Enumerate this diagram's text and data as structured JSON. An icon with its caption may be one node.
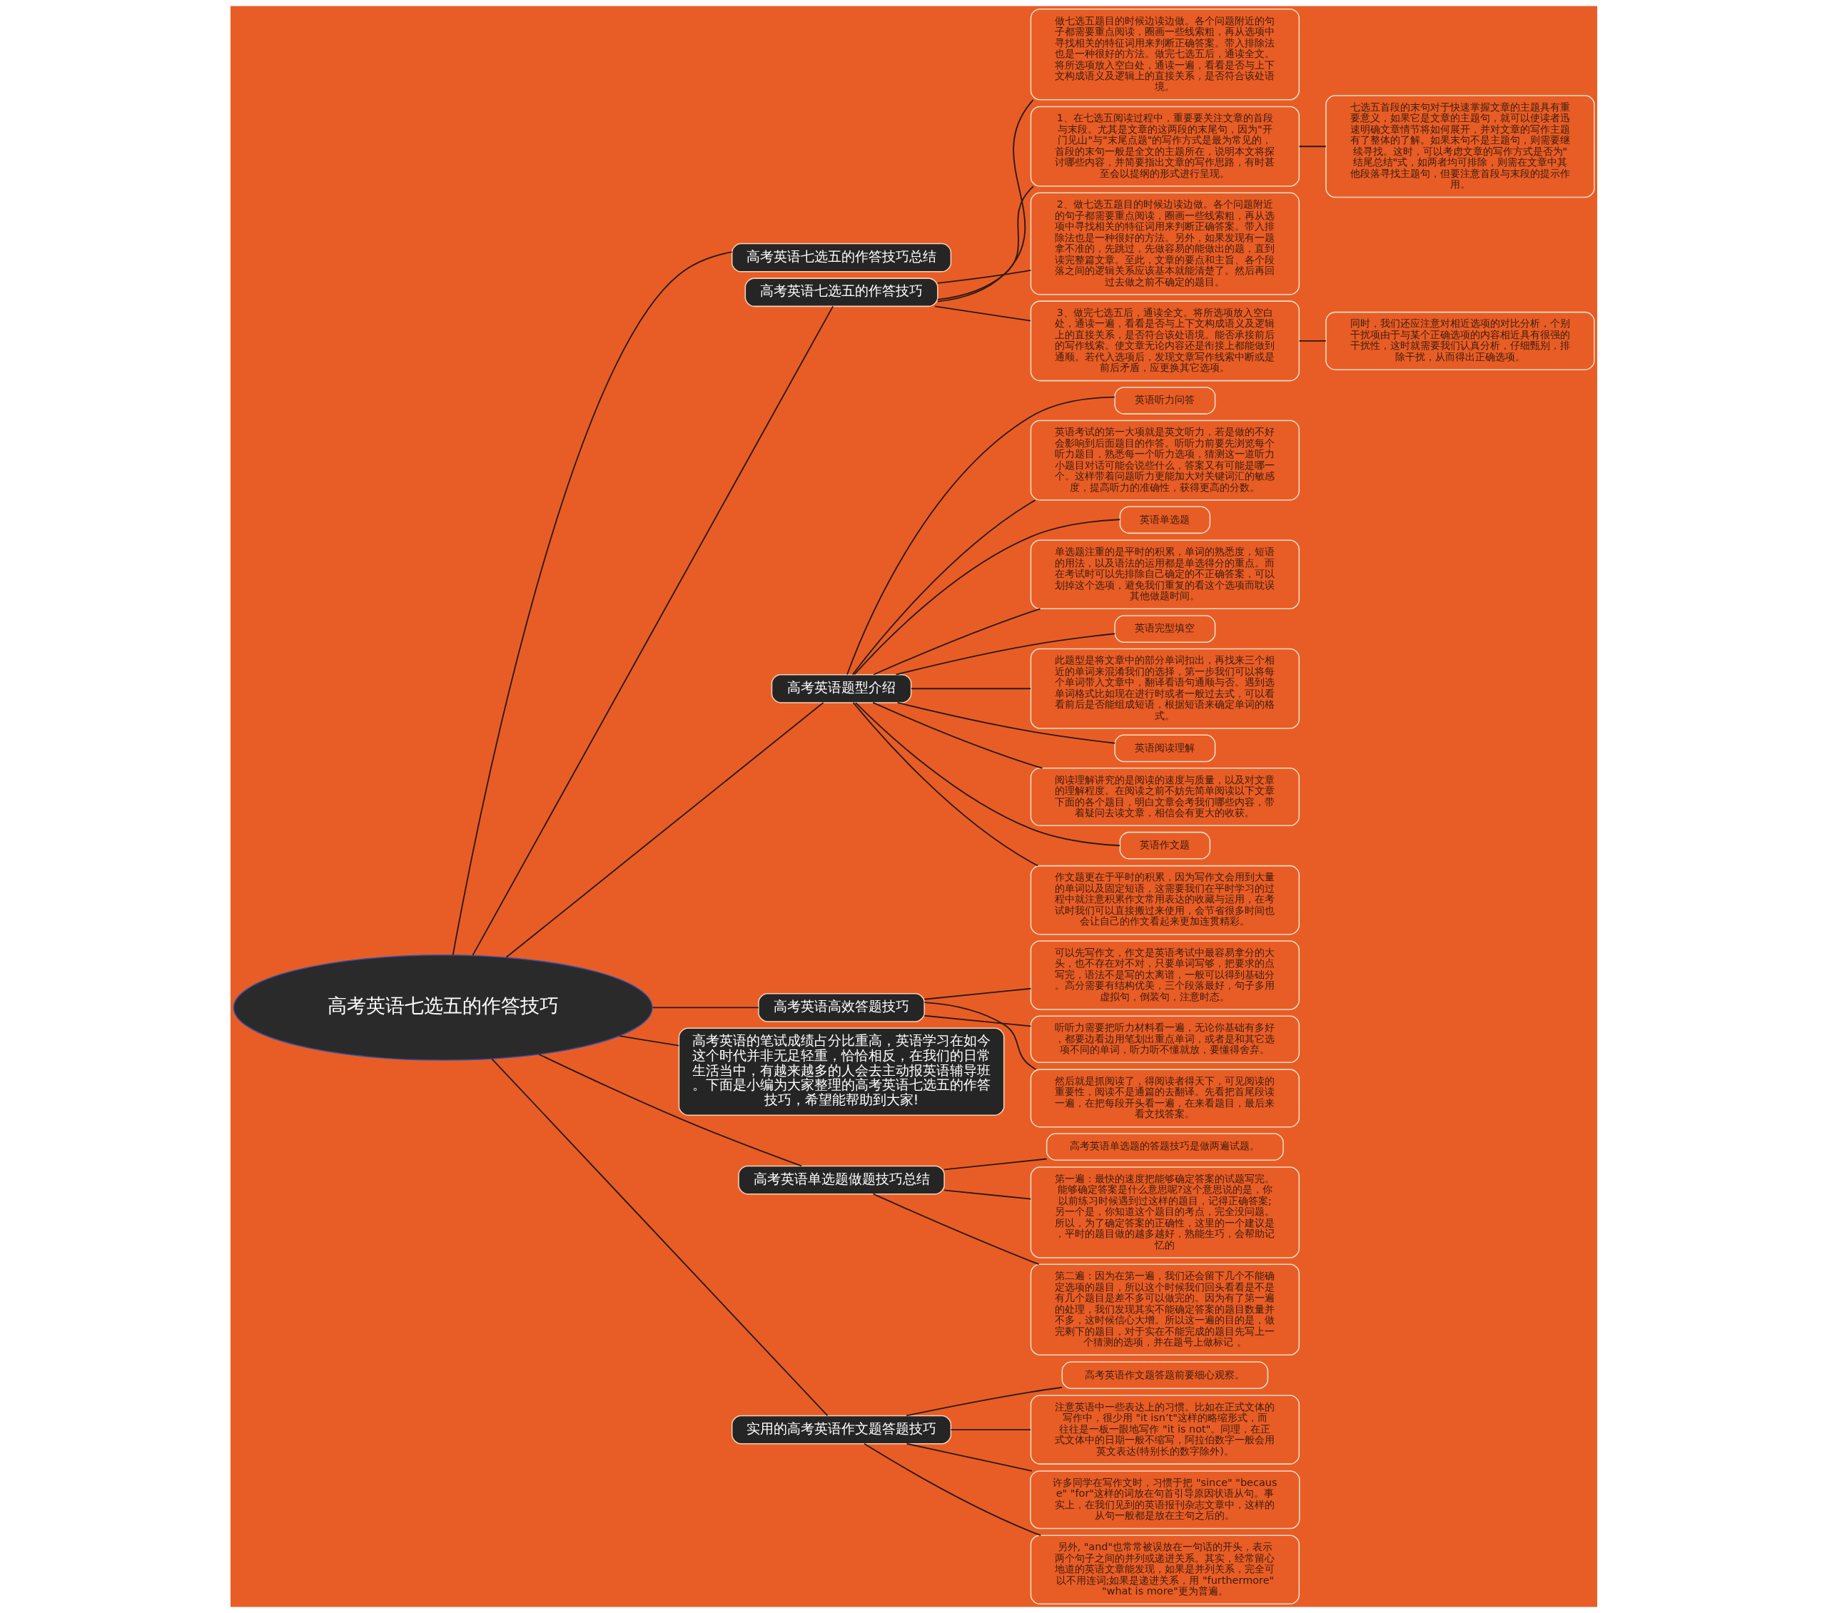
{
  "diagram": {
    "nodes": [
      {
        "text": [
          "高考英语七选五的作答技巧"
        ]
      },
      {
        "text": [
          "高考英语七选五的作答技巧总结"
        ]
      },
      {
        "text": [
          "高考英语七选五的作答技巧"
        ]
      },
      {
        "text": [
          "做七选五题目的时候边读边做。各个问题附近的句子都需要重点阅读，圈画一些线索粗，再从选项中寻找相关的特征词用来判断正确答案。带入排除法也是一种很好的方法。做完七选五后，通读全文。将所选项放入空白处，通读一遍，看看是否与上下文构成语义及逻辑上的直接关系，是否符合该处语境。"
        ]
      },
      {
        "text": [
          "1、在七选五阅读过程中，重要要关注文章的首段与末段。尤其是文章的这两段的末尾句，因为\"开门见山\"与\"末尾点题\"的写作方式是最为常见的，首段的末句一般是全文的主题所在，说明本文将探讨哪些内容，并简要指出文章的写作思路，有时甚至会以提纲的形式进行呈现。"
        ]
      },
      {
        "text": [
          "七选五首段的末句对于快速掌握文章的主题具有重要意义，如果它是文章的主题句，就可以使读者迅速明确文章情节将如何展开，并对文章的写作主题有了整体的了解。如果末句不是主题句，则需要继续寻找。这时，可以考虑文章的写作方式是否为\"结尾总结\"式，如两者均可排除，则需在文章中其他段落寻找主题句，但要注意首段与末段的提示作用。"
        ]
      },
      {
        "text": [
          "2、做七选五题目的时候边读边做。各个问题附近的句子都需要重点阅读，圈画一些线索粗，再从选项中寻找相关的特征词用来判断正确答案。带入排除法也是一种很好的方法。另外，如果发现有一题拿不准的，先跳过，先做容易的能做出的题，直到读完整篇文章。至此，文章的要点和主旨、各个段落之间的逻辑关系应该基本就能清楚了。然后再回过去做之前不确定的题目。"
        ]
      },
      {
        "text": [
          "3、做完七选五后，通读全文。将所选项放入空白处，通读一遍，看看是否与上下文构成语义及逻辑上的直接关系，是否符合该处语境。能否承接前后的写作线索。使文章无论内容还是衔接上都能做到通顺。若代入选项后，发现文章写作线索中断或是前后矛盾，应更换其它选项。"
        ]
      },
      {
        "text": [
          "同时，我们还应注意对相近选项的对比分析，个别干扰项由于与某个正确选项的内容相近具有很强的干扰性，这时就需要我们认真分析，仔细甄别，排除干扰，从而得出正确选项。"
        ]
      },
      {
        "text": [
          "高考英语题型介绍"
        ]
      },
      {
        "text": [
          "英语听力问答"
        ]
      },
      {
        "text": [
          "英语考试的第一大项就是英文听力，若是做的不好会影响到后面题目的作答。听听力前要先浏览每个听力题目，熟悉每一个听力选项，猜测这一道听力小题目对话可能会说些什么，答案又有可能是哪一个。这样带着问题听力更能加大对关键词汇的敏感度，提高听力的准确性，获得更高的分数。"
        ]
      },
      {
        "text": [
          "英语单选题"
        ]
      },
      {
        "text": [
          "单选题注重的是平时的积累，单词的熟悉度，短语的用法，以及语法的运用都是单选得分的重点。而在考试时可以先排除自己确定的不正确答案，可以划掉这个选项，避免我们重复的看这个选项而耽误其他做题时间。"
        ]
      },
      {
        "text": [
          "英语完型填空"
        ]
      },
      {
        "text": [
          "此题型是将文章中的部分单词扣出，再找来三个相近的单词来混淆我们的选择，第一步我们可以将每个单词带入文章中，翻译看语句通顺与否。遇到选单词格式比如现在进行时或者一般过去式，可以看看前后是否能组成短语，根据短语来确定单词的格式。"
        ]
      },
      {
        "text": [
          "英语阅读理解"
        ]
      },
      {
        "text": [
          "阅读理解讲究的是阅读的速度与质量，以及对文章的理解程度。在阅读之前不妨先简单阅读以下文章下面的各个题目，明白文章会考我们哪些内容，带着疑问去读文章，相信会有更大的收获。"
        ]
      },
      {
        "text": [
          "英语作文题"
        ]
      },
      {
        "text": [
          "作文题更在于平时的积累，因为写作文会用到大量的单词以及固定短语，这需要我们在平时学习的过程中就注意积累作文常用表达的收藏与运用，在考试时我们可以直接搬过来使用，会节省很多时间也会让自己的作文看起来更加连贯精彩。"
        ]
      },
      {
        "text": [
          "高考英语高效答题技巧"
        ]
      },
      {
        "text": [
          "可以先写作文，作文是英语考试中最容易拿分的大头，也不存在对不对，只要单词写够，把要求的点写完，语法不是写的太离谱，一般可以得到基础分。高分需要有结构优美，三个段落最好，句子多用虚拟句，倒装句，注意时态。"
        ]
      },
      {
        "text": [
          "听听力需要把听力材料看一遍，无论你基础有多好，都要边看边用笔划出重点单词，或者是和其它选项不同的单词，听力听不懂就放，要懂得舍弃。"
        ]
      },
      {
        "text": [
          "然后就是抓阅读了，得阅读者得天下，可见阅读的重要性，阅读不是通篇的去翻译。先看把首尾段读一遍，在把每段开头看一遍，在来看题目，最后来看文找答案。"
        ]
      },
      {
        "text": [
          "高考英语的笔试成绩占分比重高，英语学习在如今这个时代并非无足轻重，恰恰相反，在我们的日常生活当中，有越来越多的人会去主动报英语辅导班。下面是小编为大家整理的高考英语七选五的作答技巧，希望能帮助到大家!"
        ]
      },
      {
        "text": [
          "高考英语单选题做题技巧总结"
        ]
      },
      {
        "text": [
          "高考英语单选题的答题技巧是做两遍试题。"
        ]
      },
      {
        "text": [
          "第一遍：最快的速度把能够确定答案的试题写完。能够确定答案是什么意思呢?这个意思说的是，你以前练习时候遇到过这样的题目，记得正确答案;另一个是，你知道这个题目的考点，完全没问题。所以，为了确定答案的正确性，这里的一个建议是，平时的题目做的越多越好，熟能生巧，会帮助记忆的"
        ]
      },
      {
        "text": [
          "第二遍：因为在第一遍，我们还会留下几个不能确定选项的题目，所以这个时候我们回头看看是不是有几个题目是差不多可以做完的。因为有了第一遍的处理，我们发现其实不能确定答案的题目数量并不多，这时候信心大增。所以这一遍的目的是，做完剩下的题目，对于实在不能完成的题目先写上一个猜测的选项，并在题号上做标记 。"
        ]
      },
      {
        "text": [
          "实用的高考英语作文题答题技巧"
        ]
      },
      {
        "text": [
          "高考英语作文题答题前要细心观察。"
        ]
      },
      {
        "text": [
          "注意英语中一些表达上的习惯。比如在正式文体的写作中，很少用 \"it isn’t\"这样的略缩形式，而往往是一板一眼地写作 \"it is not\"。同理，在正式文体中的日期一般不缩写，阿拉伯数字一般会用英文表达(特别长的数字除外)。"
        ]
      },
      {
        "text": [
          "许多同学在写作文时，习惯于把 \"since\" \"because\" \"for\"这样的词放在句首引导原因状语从句。事实上，在我们见到的英语报刊杂志文章中，这样的从句一般都是放在主句之后的。"
        ]
      },
      {
        "text": [
          "另外, \"and\"也常常被误放在一句话的开头，表示两个句子之间的并列或递进关系。其实，经常留心地道的英语文章能发现，如果是并列关系，完全可以不用连词;如果是递进关系，用 \"furthermore\" \"what is more\"更为普遍。"
        ]
      }
    ],
    "edges": [
      {
        "from": 0,
        "to": 1,
        "arrow": "none"
      },
      {
        "from": 0,
        "to": 2,
        "arrow": "none"
      },
      {
        "from": 2,
        "to": 3,
        "arrow": "none"
      },
      {
        "from": 2,
        "to": 4,
        "arrow": "none"
      },
      {
        "from": 4,
        "to": 5,
        "arrow": "none"
      },
      {
        "from": 2,
        "to": 6,
        "arrow": "none"
      },
      {
        "from": 2,
        "to": 7,
        "arrow": "none"
      },
      {
        "from": 7,
        "to": 8,
        "arrow": "none"
      },
      {
        "from": 0,
        "to": 9,
        "arrow": "none"
      },
      {
        "from": 9,
        "to": 10,
        "arrow": "none"
      },
      {
        "from": 9,
        "to": 11,
        "arrow": "none"
      },
      {
        "from": 9,
        "to": 12,
        "arrow": "none"
      },
      {
        "from": 9,
        "to": 13,
        "arrow": "none"
      },
      {
        "from": 9,
        "to": 14,
        "arrow": "none"
      },
      {
        "from": 9,
        "to": 15,
        "arrow": "none"
      },
      {
        "from": 9,
        "to": 16,
        "arrow": "none"
      },
      {
        "from": 9,
        "to": 17,
        "arrow": "none"
      },
      {
        "from": 9,
        "to": 18,
        "arrow": "none"
      },
      {
        "from": 9,
        "to": 19,
        "arrow": "none"
      },
      {
        "from": 0,
        "to": 20,
        "arrow": "none"
      },
      {
        "from": 20,
        "to": 21,
        "arrow": "none"
      },
      {
        "from": 20,
        "to": 22,
        "arrow": "none"
      },
      {
        "from": 20,
        "to": 23,
        "arrow": "none"
      },
      {
        "from": 0,
        "to": 24,
        "arrow": "none"
      },
      {
        "from": 0,
        "to": 25,
        "arrow": "none"
      },
      {
        "from": 25,
        "to": 26,
        "arrow": "none"
      },
      {
        "from": 25,
        "to": 27,
        "arrow": "none"
      },
      {
        "from": 25,
        "to": 28,
        "arrow": "none"
      },
      {
        "from": 0,
        "to": 29,
        "arrow": "none"
      },
      {
        "from": 29,
        "to": 30,
        "arrow": "none"
      },
      {
        "from": 29,
        "to": 31,
        "arrow": "none"
      },
      {
        "from": 29,
        "to": 32,
        "arrow": "none"
      },
      {
        "from": 29,
        "to": 33,
        "arrow": "none"
      }
    ]
  }
}
